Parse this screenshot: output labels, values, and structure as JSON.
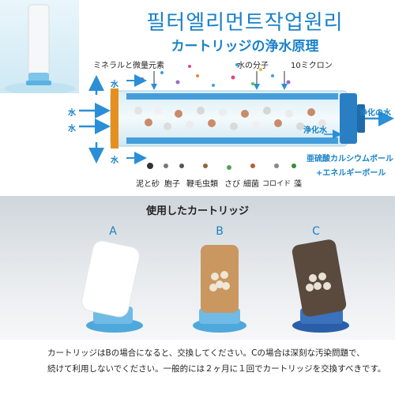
{
  "header": {
    "title_ko": "필터엘리먼트작업원리",
    "title_ja": "カートリッジの浄水原理"
  },
  "diagram": {
    "top_labels": [
      "ミネラルと微量元素",
      "水の分子",
      "10ミクロン"
    ],
    "water_in": "水",
    "clean_water": "浄化水",
    "clean_water_out": "浄化の水",
    "ball_label_1": "亜硫酸カルシウムボール",
    "ball_label_2": "+エネルギーボール",
    "bottom_labels": [
      "泥と砂",
      "胞子",
      "鞭毛虫類",
      "さび",
      "細菌",
      "コロイド",
      "藻"
    ]
  },
  "usage": {
    "title": "使用したカートリッジ",
    "letters": [
      "A",
      "B",
      "C"
    ]
  },
  "footer": {
    "line1": "カートリッジはBの場合になると、交換してください。Cの場合は深刻な汚染問題で、",
    "line2": "続けて利用しないでください。一般的には２ヶ月に１回でカートリッジを交換すべきです。"
  }
}
